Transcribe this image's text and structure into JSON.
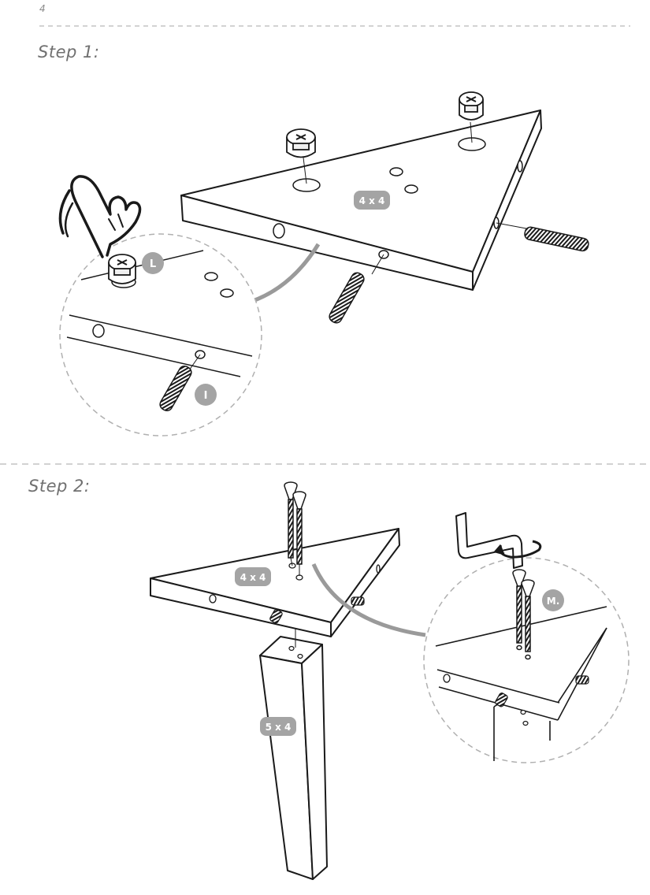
{
  "page": {
    "number": "4"
  },
  "step1": {
    "title": "Step 1:",
    "qty_badge": "4 x 4",
    "callout_L": "L",
    "callout_I": "I"
  },
  "step2": {
    "title": "Step 2:",
    "qty_board": "4 x 4",
    "qty_leg": "5 x 4",
    "callout_M": "M."
  },
  "colors": {
    "line": "#1a1a1a",
    "badge": "#a4a4a4",
    "dash": "#b8b8b8",
    "arrow": "#9a9a9a"
  }
}
